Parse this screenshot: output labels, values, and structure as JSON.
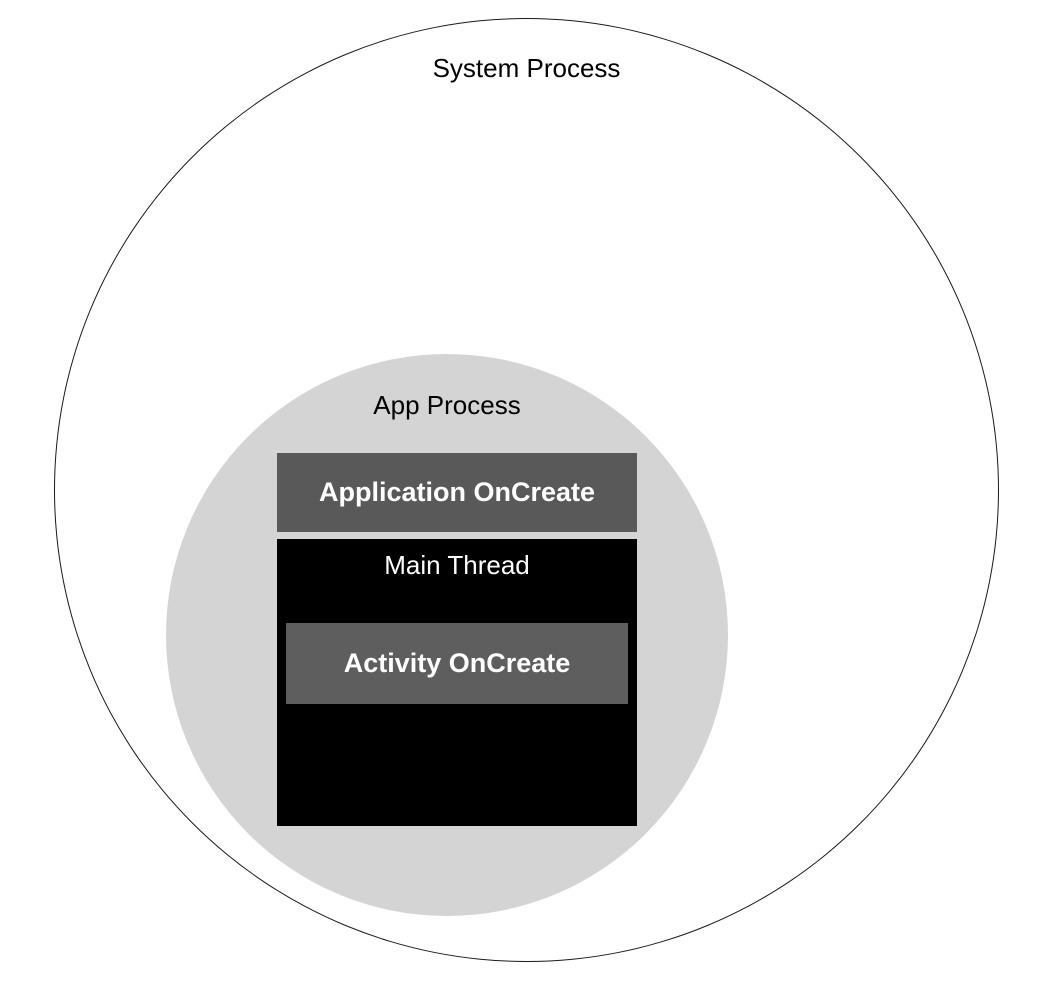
{
  "diagram": {
    "title_note": "concentric process diagram",
    "system_process": {
      "label": "System Process"
    },
    "app_process": {
      "label": "App Process"
    },
    "application_oncreate": {
      "label": "Application OnCreate"
    },
    "main_thread": {
      "label": "Main Thread"
    },
    "activity_oncreate": {
      "label": "Activity OnCreate"
    },
    "colors": {
      "background": "#ffffff",
      "outer_circle_stroke": "#1a1a1a",
      "app_process_fill": "#d4d4d4",
      "application_oncreate_fill": "#595959",
      "main_thread_fill": "#000000",
      "activity_oncreate_fill": "#5e5e5e",
      "dark_label_text": "#000000",
      "light_label_text": "#ffffff"
    }
  }
}
